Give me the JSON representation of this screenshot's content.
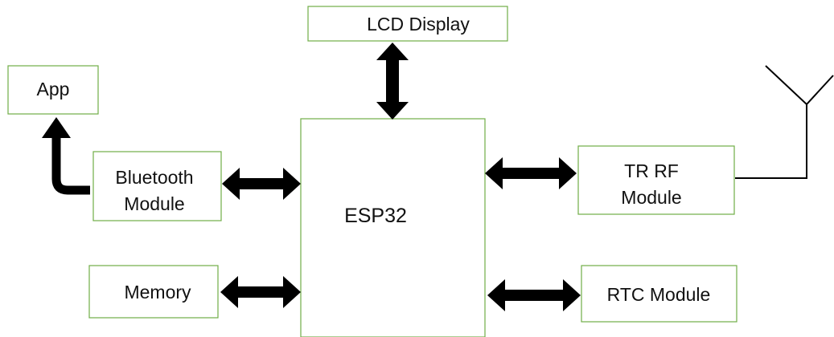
{
  "diagram": {
    "blocks": {
      "lcd": "LCD Display",
      "app": "App",
      "bluetooth_line1": "Bluetooth",
      "bluetooth_line2": "Module",
      "memory": "Memory",
      "esp32": "ESP32",
      "rf_line1": "TR RF",
      "rf_line2": "Module",
      "rtc": "RTC Module"
    },
    "colors": {
      "box_border": "#70ad47",
      "arrow": "#000000",
      "text": "#111111"
    },
    "icons": {
      "antenna": "antenna-icon"
    }
  }
}
